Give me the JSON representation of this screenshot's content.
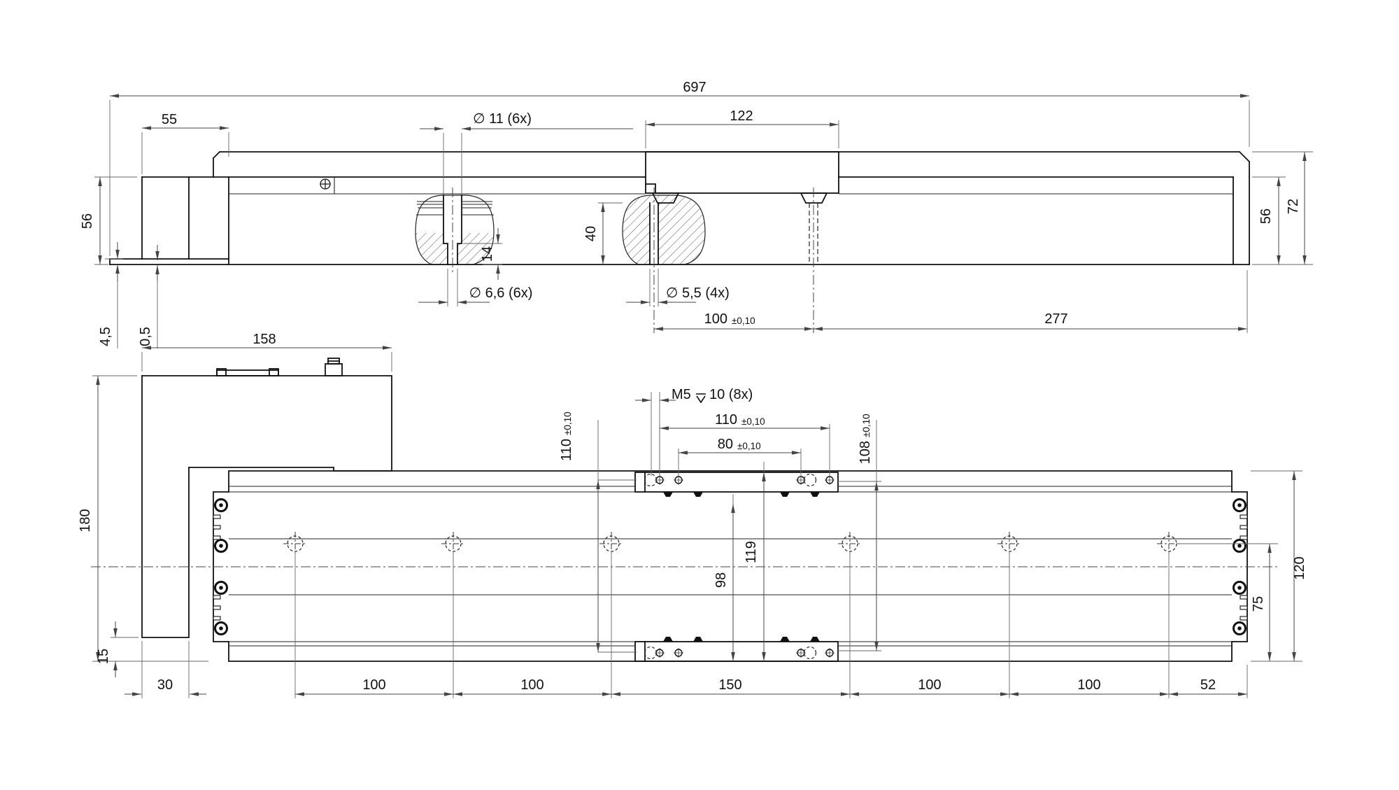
{
  "drawing_type": "technical-dimension-drawing",
  "component": "linear-axis-module",
  "colors": {
    "background": "#ffffff",
    "lines": "#111111",
    "dims": "#444444"
  },
  "side_view": {
    "overall_length": "697",
    "motor_offset": "55",
    "top_hole": "∅ 11 (6x)",
    "carriage_length": "122",
    "height_left": "56",
    "base_plate": "4,5",
    "step": "0,5",
    "bottom_hole": "∅ 6,6 (6x)",
    "counterbore_depth": "14",
    "thread_depth": "40",
    "carriage_hole": "∅ 5,5 (4x)",
    "hole_pitch": "100",
    "hole_pitch_tol": "±0,10",
    "end_distance": "277",
    "height_right": "56",
    "total_height": "72"
  },
  "plan_view": {
    "motor_width": "158",
    "total_width": "180",
    "thread_size": "M5",
    "thread_depth_count": "10 (8x)",
    "plate_pitch_outer": "110",
    "plate_pitch_outer_tol": "±0,10",
    "plate_pitch_inner": "80",
    "plate_pitch_inner_tol": "±0,10",
    "row_pitch_left": "110",
    "row_pitch_left_tol": "±0,10",
    "row_pitch_right": "108",
    "row_pitch_right_tol": "±0,10",
    "dim_119": "119",
    "dim_98": "98",
    "flange_step": "15",
    "motor_overhang": "30",
    "chain": [
      "100",
      "100",
      "150",
      "100",
      "100",
      "52"
    ],
    "body_width": "120",
    "hole_row_offset": "75"
  }
}
